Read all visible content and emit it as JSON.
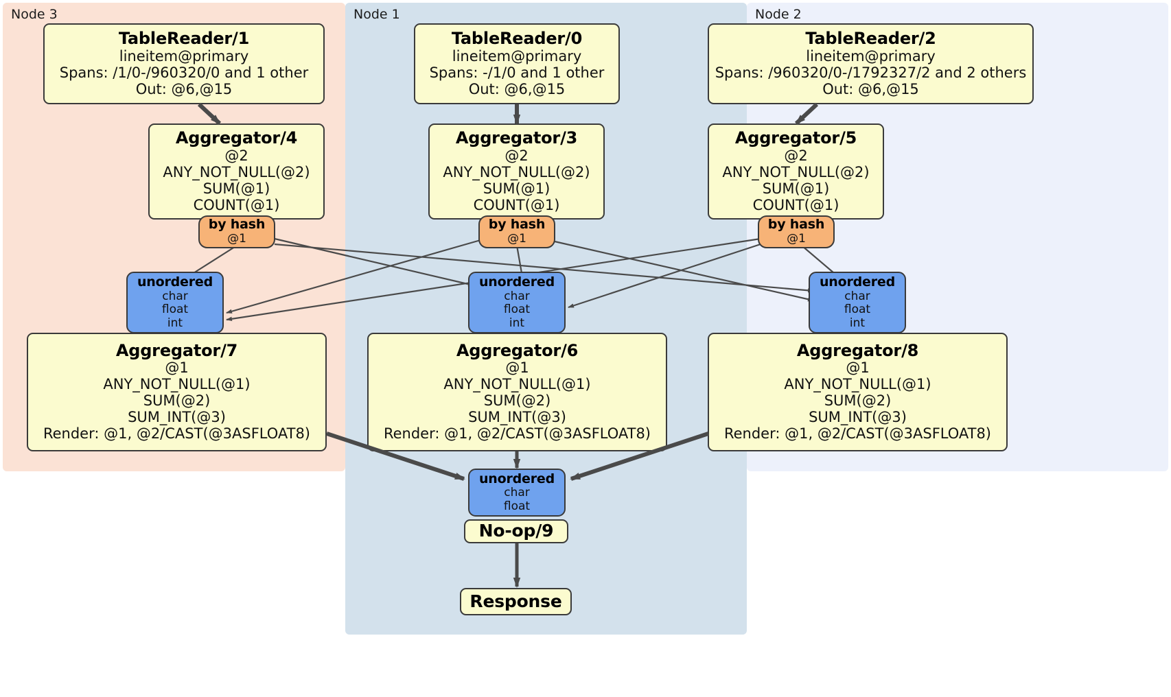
{
  "diagram": {
    "type": "flow",
    "title": "Distributed SQL physical plan",
    "colors": {
      "node3_panel": "#fbe2d5",
      "node1_panel": "#d3e1ec",
      "node2_panel": "#edf1fb",
      "processor_fill": "#fbfbcf",
      "router_fill": "#f7b377",
      "synchronizer_fill": "#6fa2ee",
      "border": "#3a3a3a",
      "edge": "#4a4a4a"
    }
  },
  "panels": [
    {
      "id": "node3",
      "label": "Node 3"
    },
    {
      "id": "node1",
      "label": "Node 1"
    },
    {
      "id": "node2",
      "label": "Node 2"
    }
  ],
  "nodes": {
    "tablereader1": {
      "title": "TableReader/1",
      "lines": [
        "lineitem@primary",
        "Spans: /1/0-/960320/0 and 1 other",
        "Out: @6,@15"
      ]
    },
    "tablereader0": {
      "title": "TableReader/0",
      "lines": [
        "lineitem@primary",
        "Spans: -/1/0 and 1 other",
        "Out: @6,@15"
      ]
    },
    "tablereader2": {
      "title": "TableReader/2",
      "lines": [
        "lineitem@primary",
        "Spans: /960320/0-/1792327/2 and 2 others",
        "Out: @6,@15"
      ]
    },
    "aggregator4": {
      "title": "Aggregator/4",
      "lines": [
        "@2",
        "ANY_NOT_NULL(@2)",
        "SUM(@1)",
        "COUNT(@1)"
      ]
    },
    "aggregator3": {
      "title": "Aggregator/3",
      "lines": [
        "@2",
        "ANY_NOT_NULL(@2)",
        "SUM(@1)",
        "COUNT(@1)"
      ]
    },
    "aggregator5": {
      "title": "Aggregator/5",
      "lines": [
        "@2",
        "ANY_NOT_NULL(@2)",
        "SUM(@1)",
        "COUNT(@1)"
      ]
    },
    "byhash_left": {
      "title": "by hash",
      "lines": [
        "@1"
      ]
    },
    "byhash_center": {
      "title": "by hash",
      "lines": [
        "@1"
      ]
    },
    "byhash_right": {
      "title": "by hash",
      "lines": [
        "@1"
      ]
    },
    "unordered_left": {
      "title": "unordered",
      "lines": [
        "char",
        "float",
        "int"
      ]
    },
    "unordered_center": {
      "title": "unordered",
      "lines": [
        "char",
        "float",
        "int"
      ]
    },
    "unordered_right": {
      "title": "unordered",
      "lines": [
        "char",
        "float",
        "int"
      ]
    },
    "aggregator7": {
      "title": "Aggregator/7",
      "lines": [
        "@1",
        "ANY_NOT_NULL(@1)",
        "SUM(@2)",
        "SUM_INT(@3)",
        "Render: @1, @2/CAST(@3ASFLOAT8)"
      ]
    },
    "aggregator6": {
      "title": "Aggregator/6",
      "lines": [
        "@1",
        "ANY_NOT_NULL(@1)",
        "SUM(@2)",
        "SUM_INT(@3)",
        "Render: @1, @2/CAST(@3ASFLOAT8)"
      ]
    },
    "aggregator8": {
      "title": "Aggregator/8",
      "lines": [
        "@1",
        "ANY_NOT_NULL(@1)",
        "SUM(@2)",
        "SUM_INT(@3)",
        "Render: @1, @2/CAST(@3ASFLOAT8)"
      ]
    },
    "unordered_final": {
      "title": "unordered",
      "lines": [
        "char",
        "float"
      ]
    },
    "noop9": {
      "title": "No-op/9"
    },
    "response": {
      "title": "Response"
    }
  }
}
